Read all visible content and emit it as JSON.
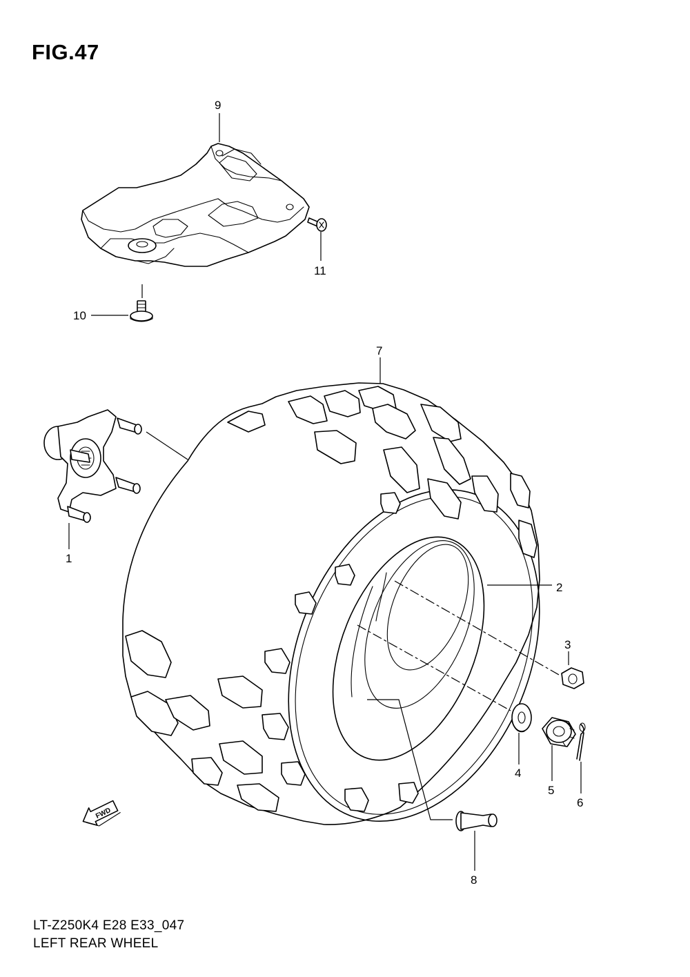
{
  "figure": {
    "title": "FIG.47",
    "code": "LT-Z250K4 E28 E33_047",
    "name": "LEFT REAR WHEEL"
  },
  "fwd_arrow_label": "FWD",
  "callouts": [
    {
      "number": "1",
      "part": "rear-hub"
    },
    {
      "number": "2",
      "part": "wheel-rim"
    },
    {
      "number": "3",
      "part": "hub-nut"
    },
    {
      "number": "4",
      "part": "washer"
    },
    {
      "number": "5",
      "part": "castle-nut"
    },
    {
      "number": "6",
      "part": "cotter-pin"
    },
    {
      "number": "7",
      "part": "tire"
    },
    {
      "number": "8",
      "part": "tire-valve"
    },
    {
      "number": "9",
      "part": "mud-guard"
    },
    {
      "number": "10",
      "part": "bolt"
    },
    {
      "number": "11",
      "part": "screw"
    }
  ]
}
